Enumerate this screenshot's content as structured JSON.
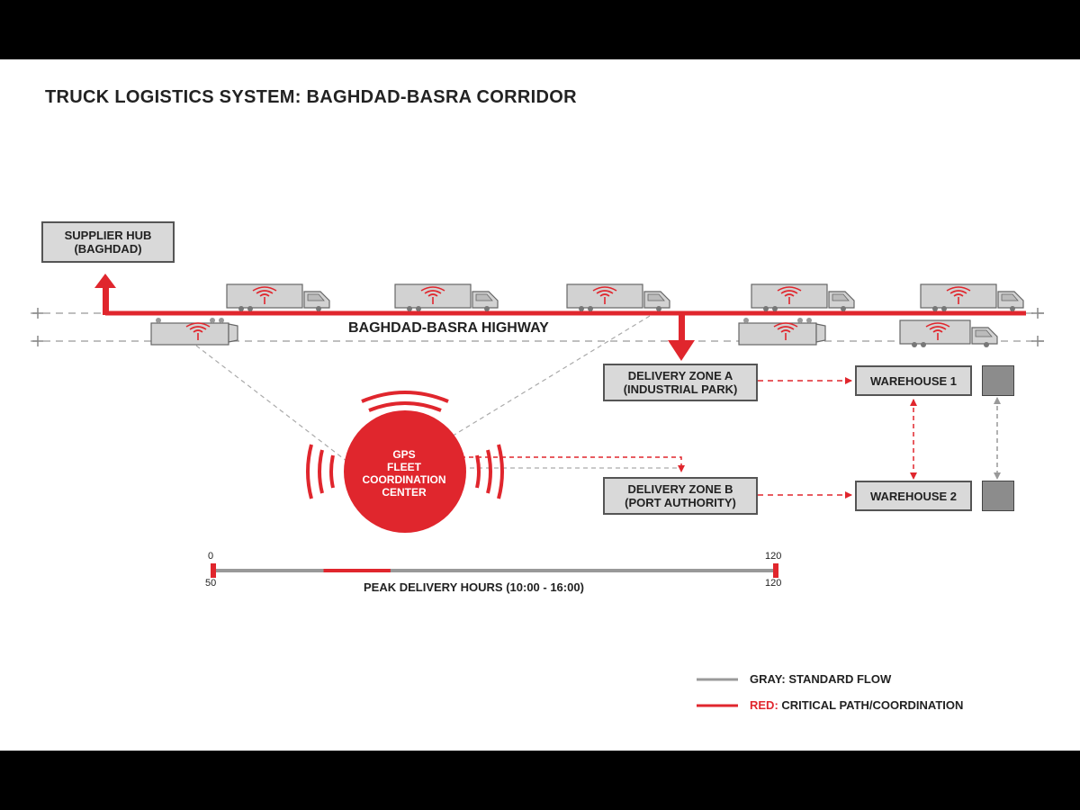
{
  "title": "TRUCK LOGISTICS SYSTEM: BAGHDAD-BASRA CORRIDOR",
  "colors": {
    "critical": "#e0262d",
    "standard": "#9a9a9a",
    "box_fill": "#d9d9d9"
  },
  "nodes": {
    "supplier_hub": {
      "line1": "SUPPLIER HUB",
      "line2": "(BAGHDAD)"
    },
    "highway": {
      "label": "BAGHDAD-BASRA HIGHWAY"
    },
    "delivery_zone_a": {
      "line1": "DELIVERY ZONE A",
      "line2": "(INDUSTRIAL PARK)"
    },
    "delivery_zone_b": {
      "line1": "DELIVERY ZONE B",
      "line2": "(PORT AUTHORITY)"
    },
    "warehouse_1": {
      "label": "WAREHOUSE 1"
    },
    "warehouse_2": {
      "label": "WAREHOUSE 2"
    },
    "gps_center": {
      "line1": "GPS",
      "line2": "FLEET",
      "line3": "COORDINATION",
      "line4": "CENTER"
    }
  },
  "truck_icon": "truck-with-signal-icon",
  "scale": {
    "caption": "PEAK DELIVERY HOURS (10:00 - 16:00)",
    "left_top": "0",
    "left_bottom": "50",
    "right_top": "120",
    "right_bottom": "120",
    "highlight_start_fraction": 0.196,
    "highlight_end_fraction": 0.315
  },
  "legend": [
    {
      "key": "GRAY:",
      "text": "STANDARD FLOW",
      "color": "#9a9a9a"
    },
    {
      "key": "RED:",
      "text": "CRITICAL PATH/COORDINATION",
      "color": "#e0262d"
    }
  ]
}
